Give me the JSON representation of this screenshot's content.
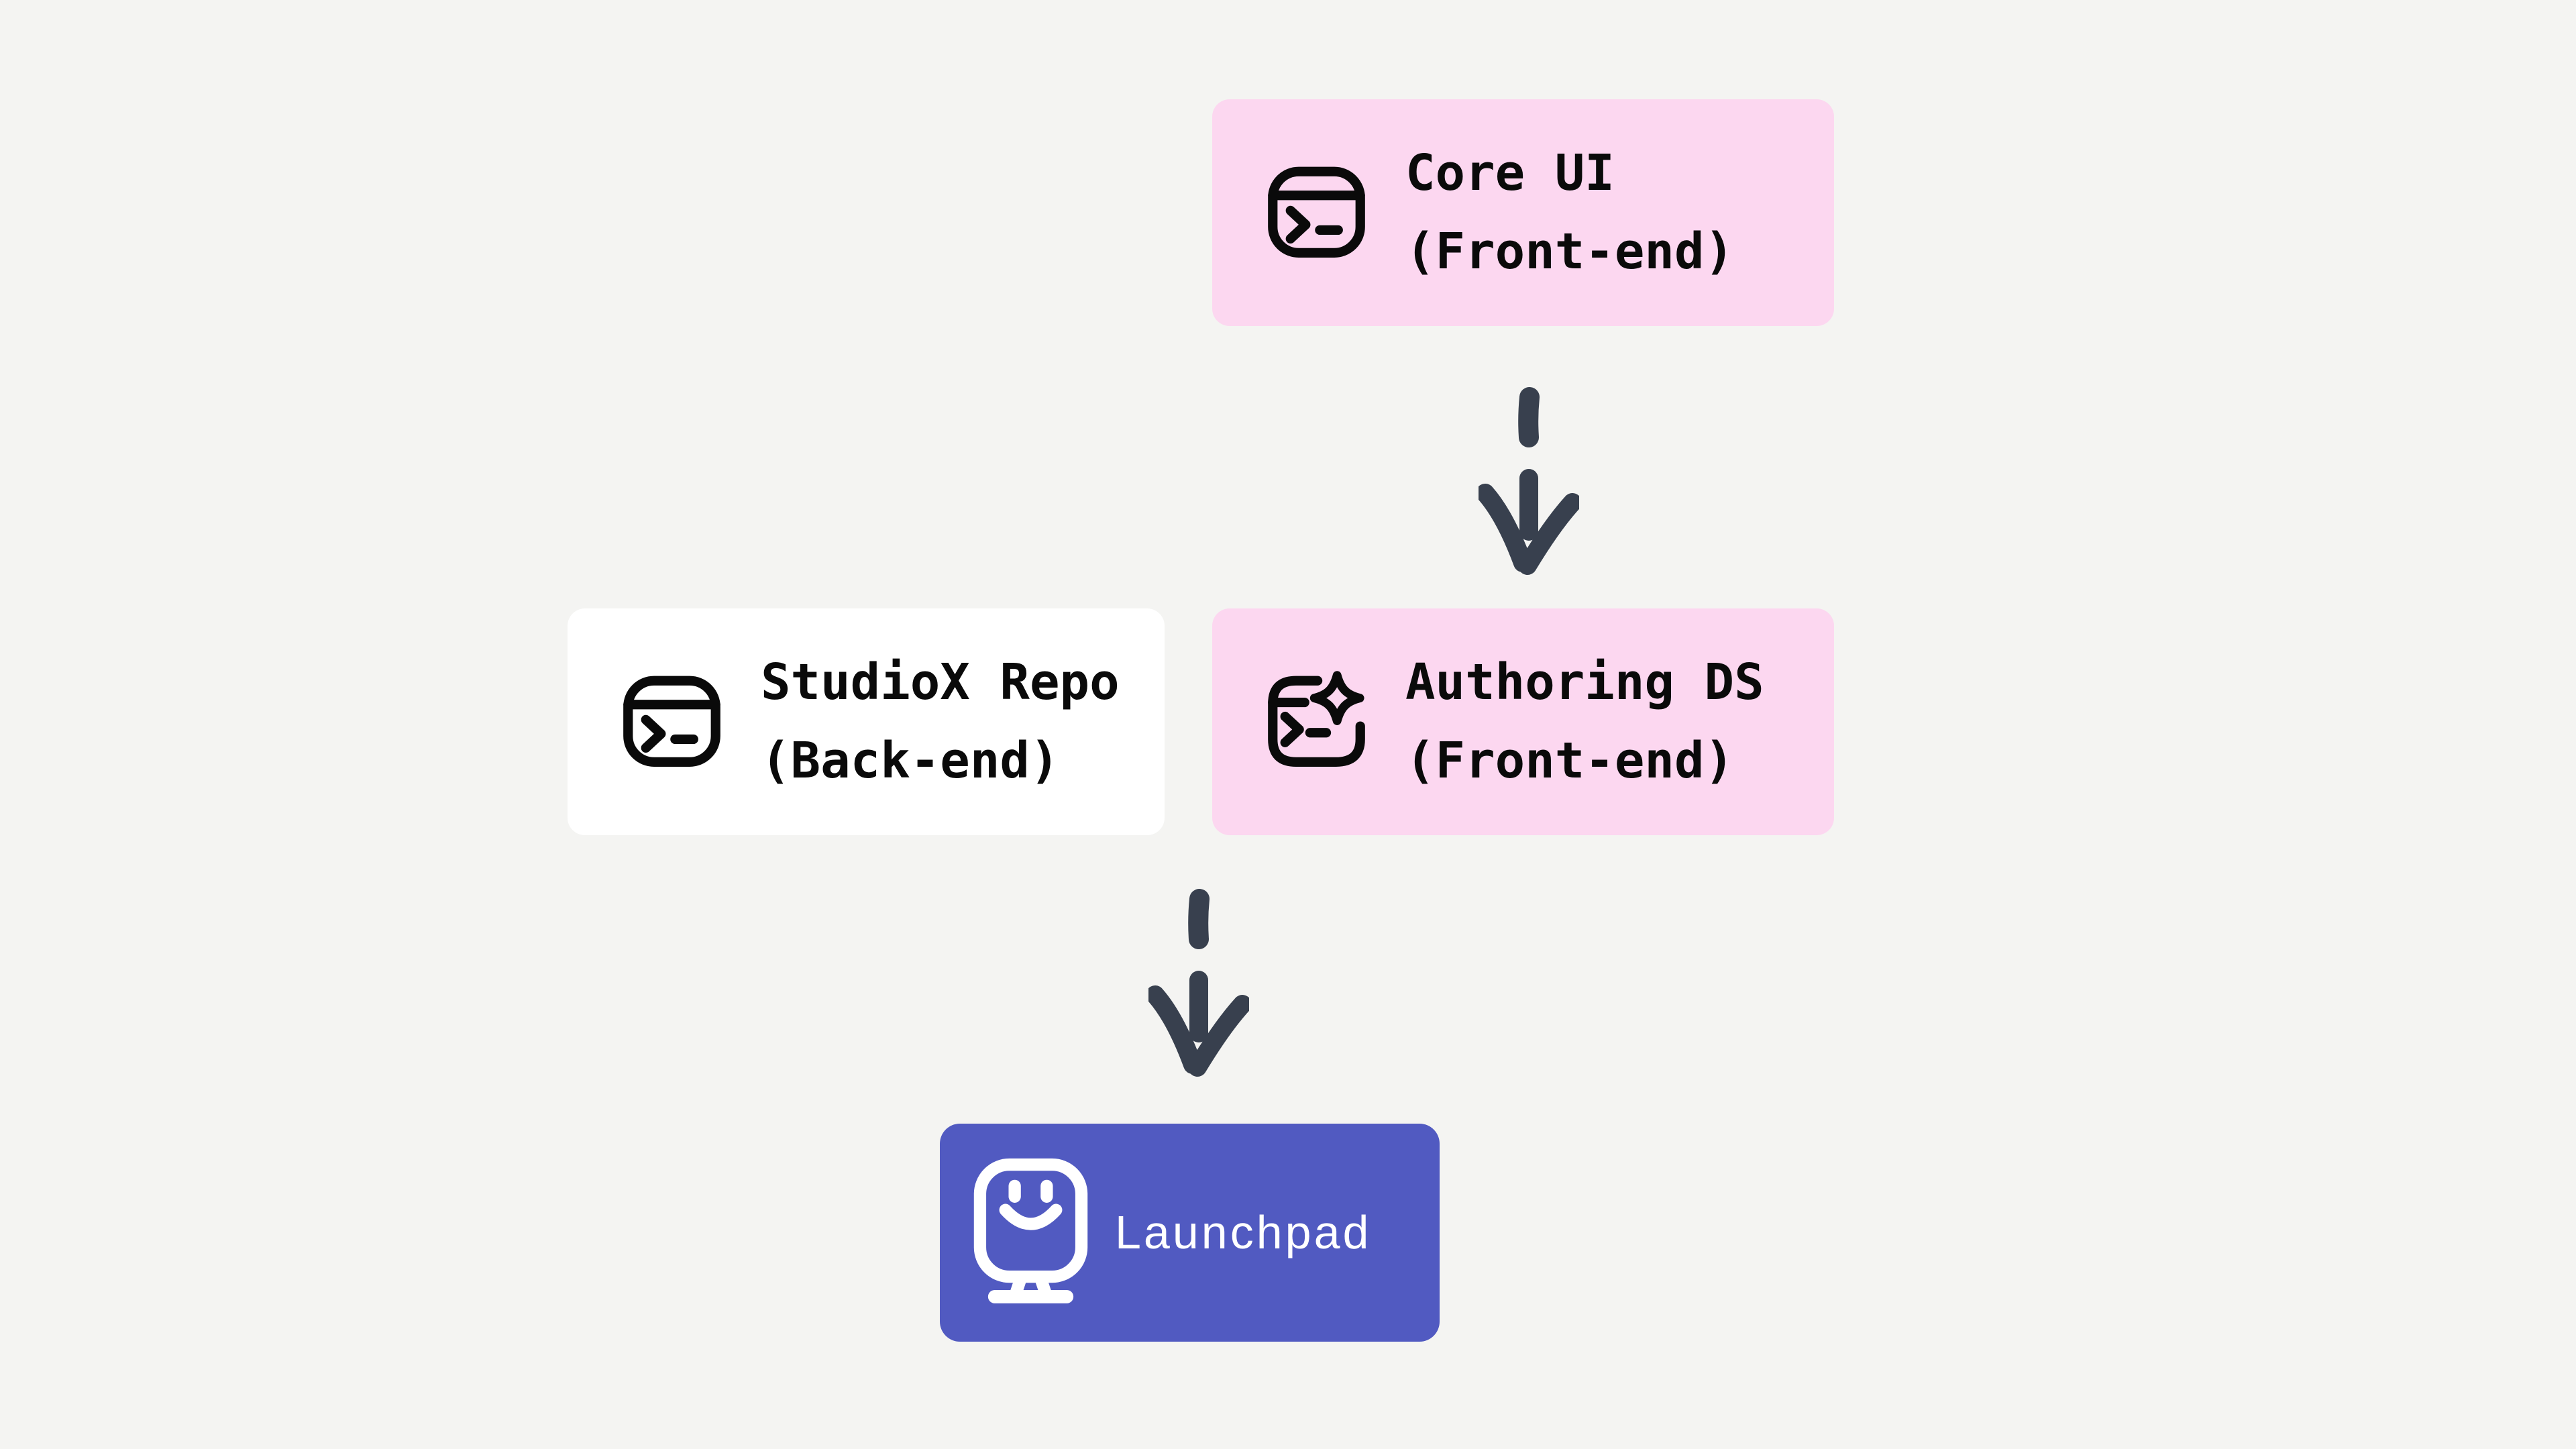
{
  "diagram": {
    "background_color": "#F4F4F2",
    "nodes": [
      {
        "id": "core-ui",
        "title": "Core UI",
        "subtitle": "(Front-end)",
        "icon": "terminal-icon",
        "bg_color": "#FCD7F0",
        "text_color": "#0A0A0A"
      },
      {
        "id": "studiox-repo",
        "title": "StudioX Repo",
        "subtitle": "(Back-end)",
        "icon": "terminal-icon",
        "bg_color": "#FFFFFF",
        "text_color": "#0A0A0A"
      },
      {
        "id": "authoring-ds",
        "title": "Authoring DS",
        "subtitle": "(Front-end)",
        "icon": "terminal-sparkle-icon",
        "bg_color": "#FCD7F0",
        "text_color": "#0A0A0A"
      },
      {
        "id": "launchpad",
        "title": "Launchpad",
        "icon": "monitor-smiley-icon",
        "bg_color": "#515AC1",
        "text_color": "#FFFFFF"
      }
    ],
    "arrows": [
      {
        "from": "core-ui",
        "to": "authoring-ds",
        "direction": "down",
        "style": "hand-drawn-dashed",
        "color": "#38404E"
      },
      {
        "from": "authoring-ds",
        "to": "launchpad",
        "direction": "down",
        "style": "hand-drawn-dashed",
        "color": "#38404E"
      }
    ]
  }
}
